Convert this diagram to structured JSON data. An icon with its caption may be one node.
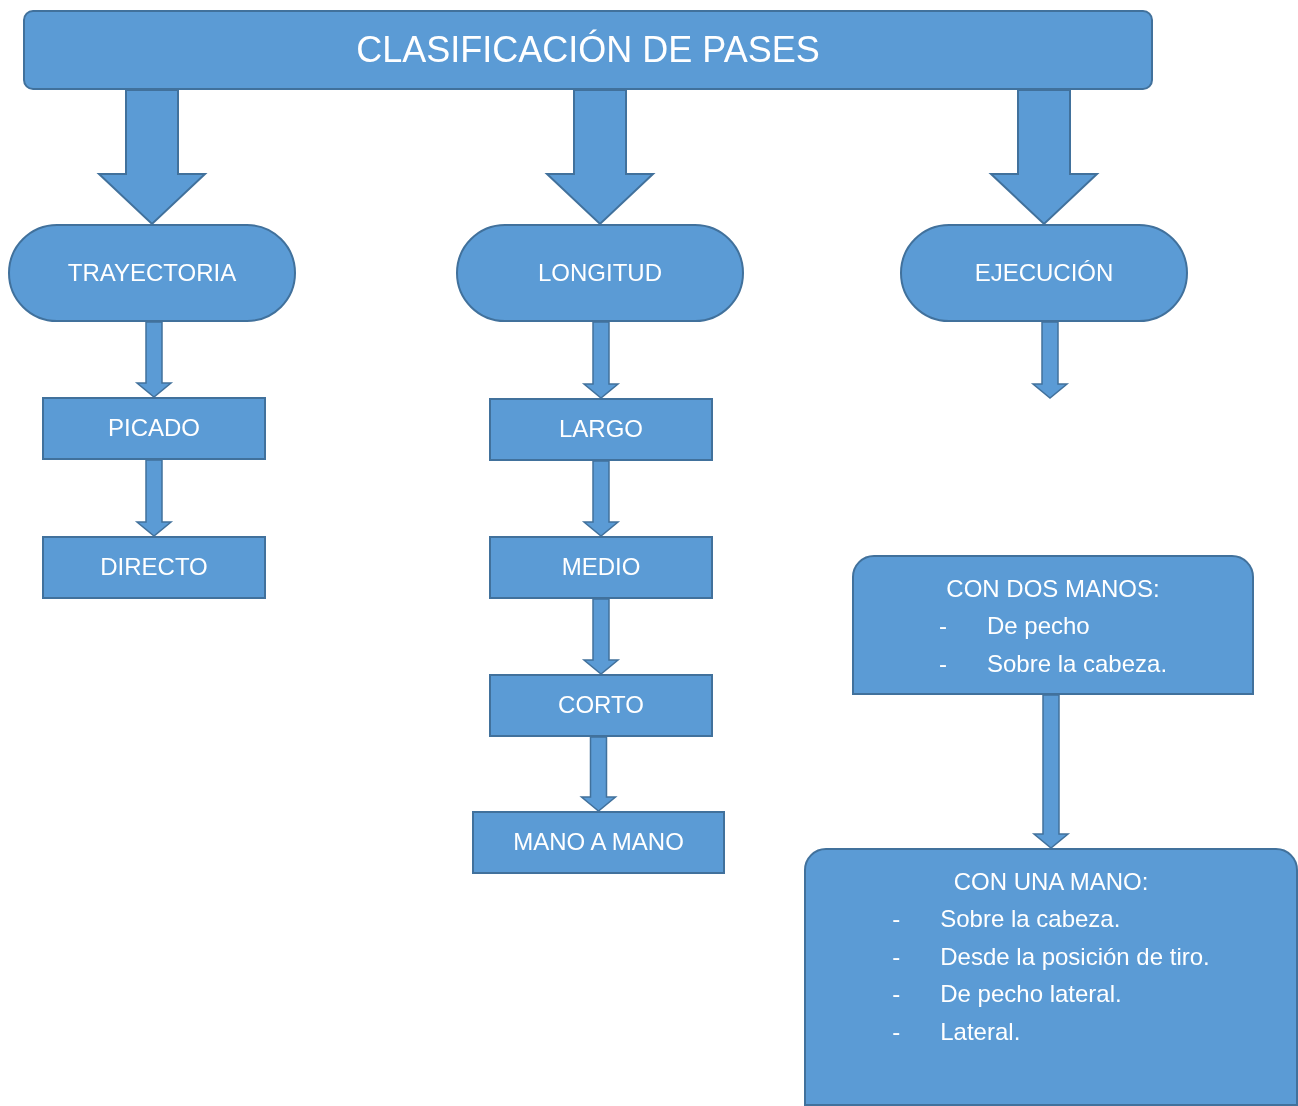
{
  "diagram": {
    "nodes": [
      {
        "text": [
          "CLASIFICACIÓN DE PASES"
        ]
      },
      {
        "text": [
          "TRAYECTORIA"
        ]
      },
      {
        "text": [
          "LONGITUD"
        ]
      },
      {
        "text": [
          "EJECUCIÓN"
        ]
      },
      {
        "text": [
          "PICADO"
        ]
      },
      {
        "text": [
          "DIRECTO"
        ]
      },
      {
        "text": [
          "LARGO"
        ]
      },
      {
        "text": [
          "MEDIO"
        ]
      },
      {
        "text": [
          "CORTO"
        ]
      },
      {
        "text": [
          "MANO A MANO"
        ]
      },
      {
        "text": [
          "CON DOS MANOS:",
          "-",
          "De pecho",
          "-",
          "Sobre la cabeza."
        ]
      },
      {
        "text": [
          "CON UNA MANO:",
          "-",
          "Sobre la cabeza.",
          "-",
          "Desde la posición de tiro.",
          "-",
          "De pecho lateral.",
          "-",
          "Lateral."
        ]
      }
    ],
    "edges": [
      {
        "from": 0,
        "to": 1,
        "arrow": "to",
        "style": "thick"
      },
      {
        "from": 0,
        "to": 2,
        "arrow": "to",
        "style": "thick"
      },
      {
        "from": 0,
        "to": 3,
        "arrow": "to",
        "style": "thick"
      },
      {
        "from": 1,
        "to": 4,
        "arrow": "to"
      },
      {
        "from": 4,
        "to": 5,
        "arrow": "to"
      },
      {
        "from": 2,
        "to": 6,
        "arrow": "to"
      },
      {
        "from": 6,
        "to": 7,
        "arrow": "to"
      },
      {
        "from": 7,
        "to": 8,
        "arrow": "to"
      },
      {
        "from": 8,
        "to": 9,
        "arrow": "to"
      },
      {
        "from": 3,
        "to": null,
        "arrow": "to"
      },
      {
        "from": 10,
        "to": 11,
        "arrow": "to"
      }
    ]
  }
}
